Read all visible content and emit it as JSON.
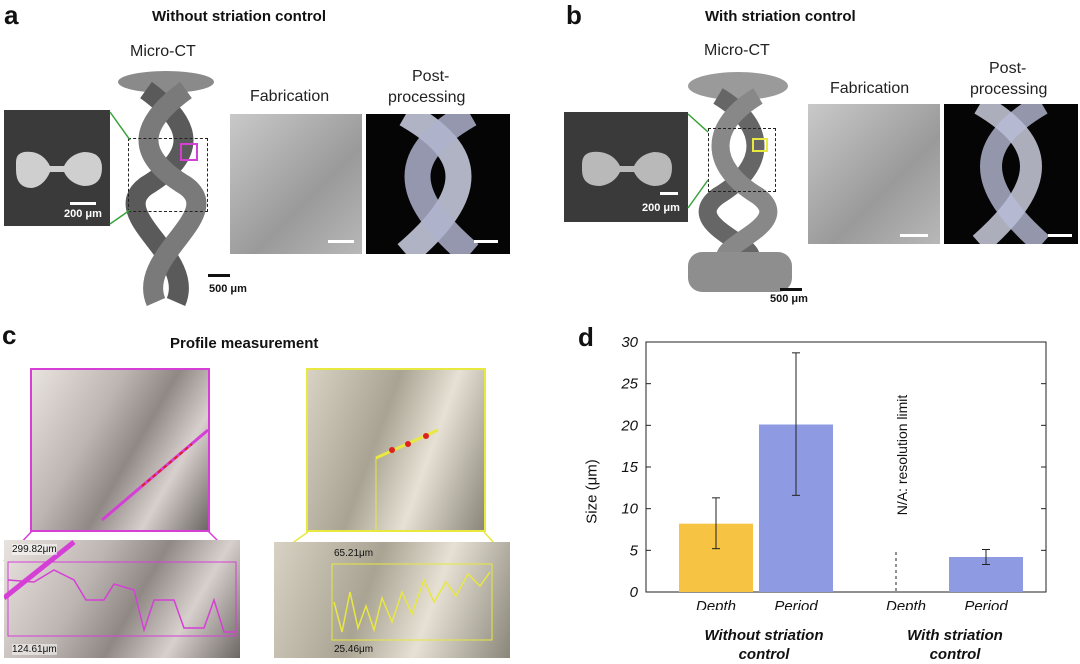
{
  "panel_a": {
    "label": "a",
    "title": "Without striation control",
    "microct_label": "Micro-CT",
    "fabrication_label": "Fabrication",
    "post_label_1": "Post-",
    "post_label_2": "processing",
    "scale_cross": "200 μm",
    "scale_ct": "500 μm"
  },
  "panel_b": {
    "label": "b",
    "title": "With striation control",
    "microct_label": "Micro-CT",
    "fabrication_label": "Fabrication",
    "post_label_1": "Post-",
    "post_label_2": "processing",
    "scale_cross": "200 μm",
    "scale_ct": "500 μm"
  },
  "panel_c": {
    "label": "c",
    "title": "Profile measurement",
    "left_top_value": "299.82μm",
    "left_bottom_value": "124.61μm",
    "right_top_value": "65.21μm",
    "right_bottom_value": "25.46μm"
  },
  "panel_d": {
    "label": "d",
    "annotation": "N/A: resolution limit",
    "group_labels_1": [
      "Without striation",
      "With striation"
    ],
    "group_labels_2": [
      "control",
      "control"
    ]
  },
  "colors": {
    "depth_bar": "#f7c342",
    "period_bar": "#8e9be3",
    "magenta": "#d63fd6",
    "yellow": "#e8e840"
  },
  "chart_data": {
    "type": "bar",
    "categories": [
      "Depth",
      "Period",
      "Depth",
      "Period"
    ],
    "groups": [
      "Without striation control",
      "With striation control"
    ],
    "values": [
      8.2,
      20.1,
      null,
      4.2
    ],
    "error_low": [
      5.2,
      11.6,
      null,
      3.3
    ],
    "error_high": [
      11.3,
      28.7,
      null,
      5.1
    ],
    "bar_colors": [
      "#f7c342",
      "#8e9be3",
      null,
      "#8e9be3"
    ],
    "ylabel": "Size (μm)",
    "ylim": [
      0,
      30
    ],
    "yticks": [
      "0",
      "5",
      "10",
      "15",
      "20",
      "25",
      "30"
    ],
    "grid": false
  }
}
